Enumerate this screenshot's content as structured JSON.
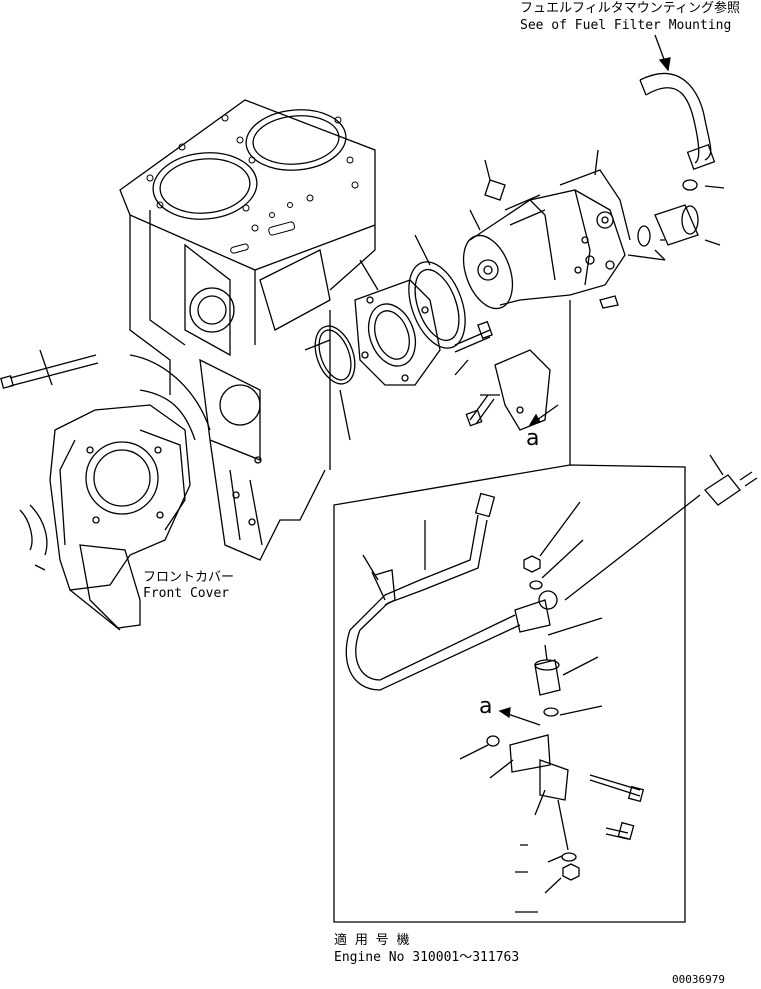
{
  "labels": {
    "fuel_filter_ref_jp": "フュエルフィルタマウンティング参照",
    "fuel_filter_ref_en": "See of Fuel Filter Mounting",
    "front_cover_jp": "フロントカバー",
    "front_cover_en": "Front Cover",
    "serial_jp": "適 用 号 機",
    "serial_en": "Engine No 310001～311763",
    "drawing_number": "00036979",
    "detail_letter_1": "a",
    "detail_letter_2": "a"
  }
}
